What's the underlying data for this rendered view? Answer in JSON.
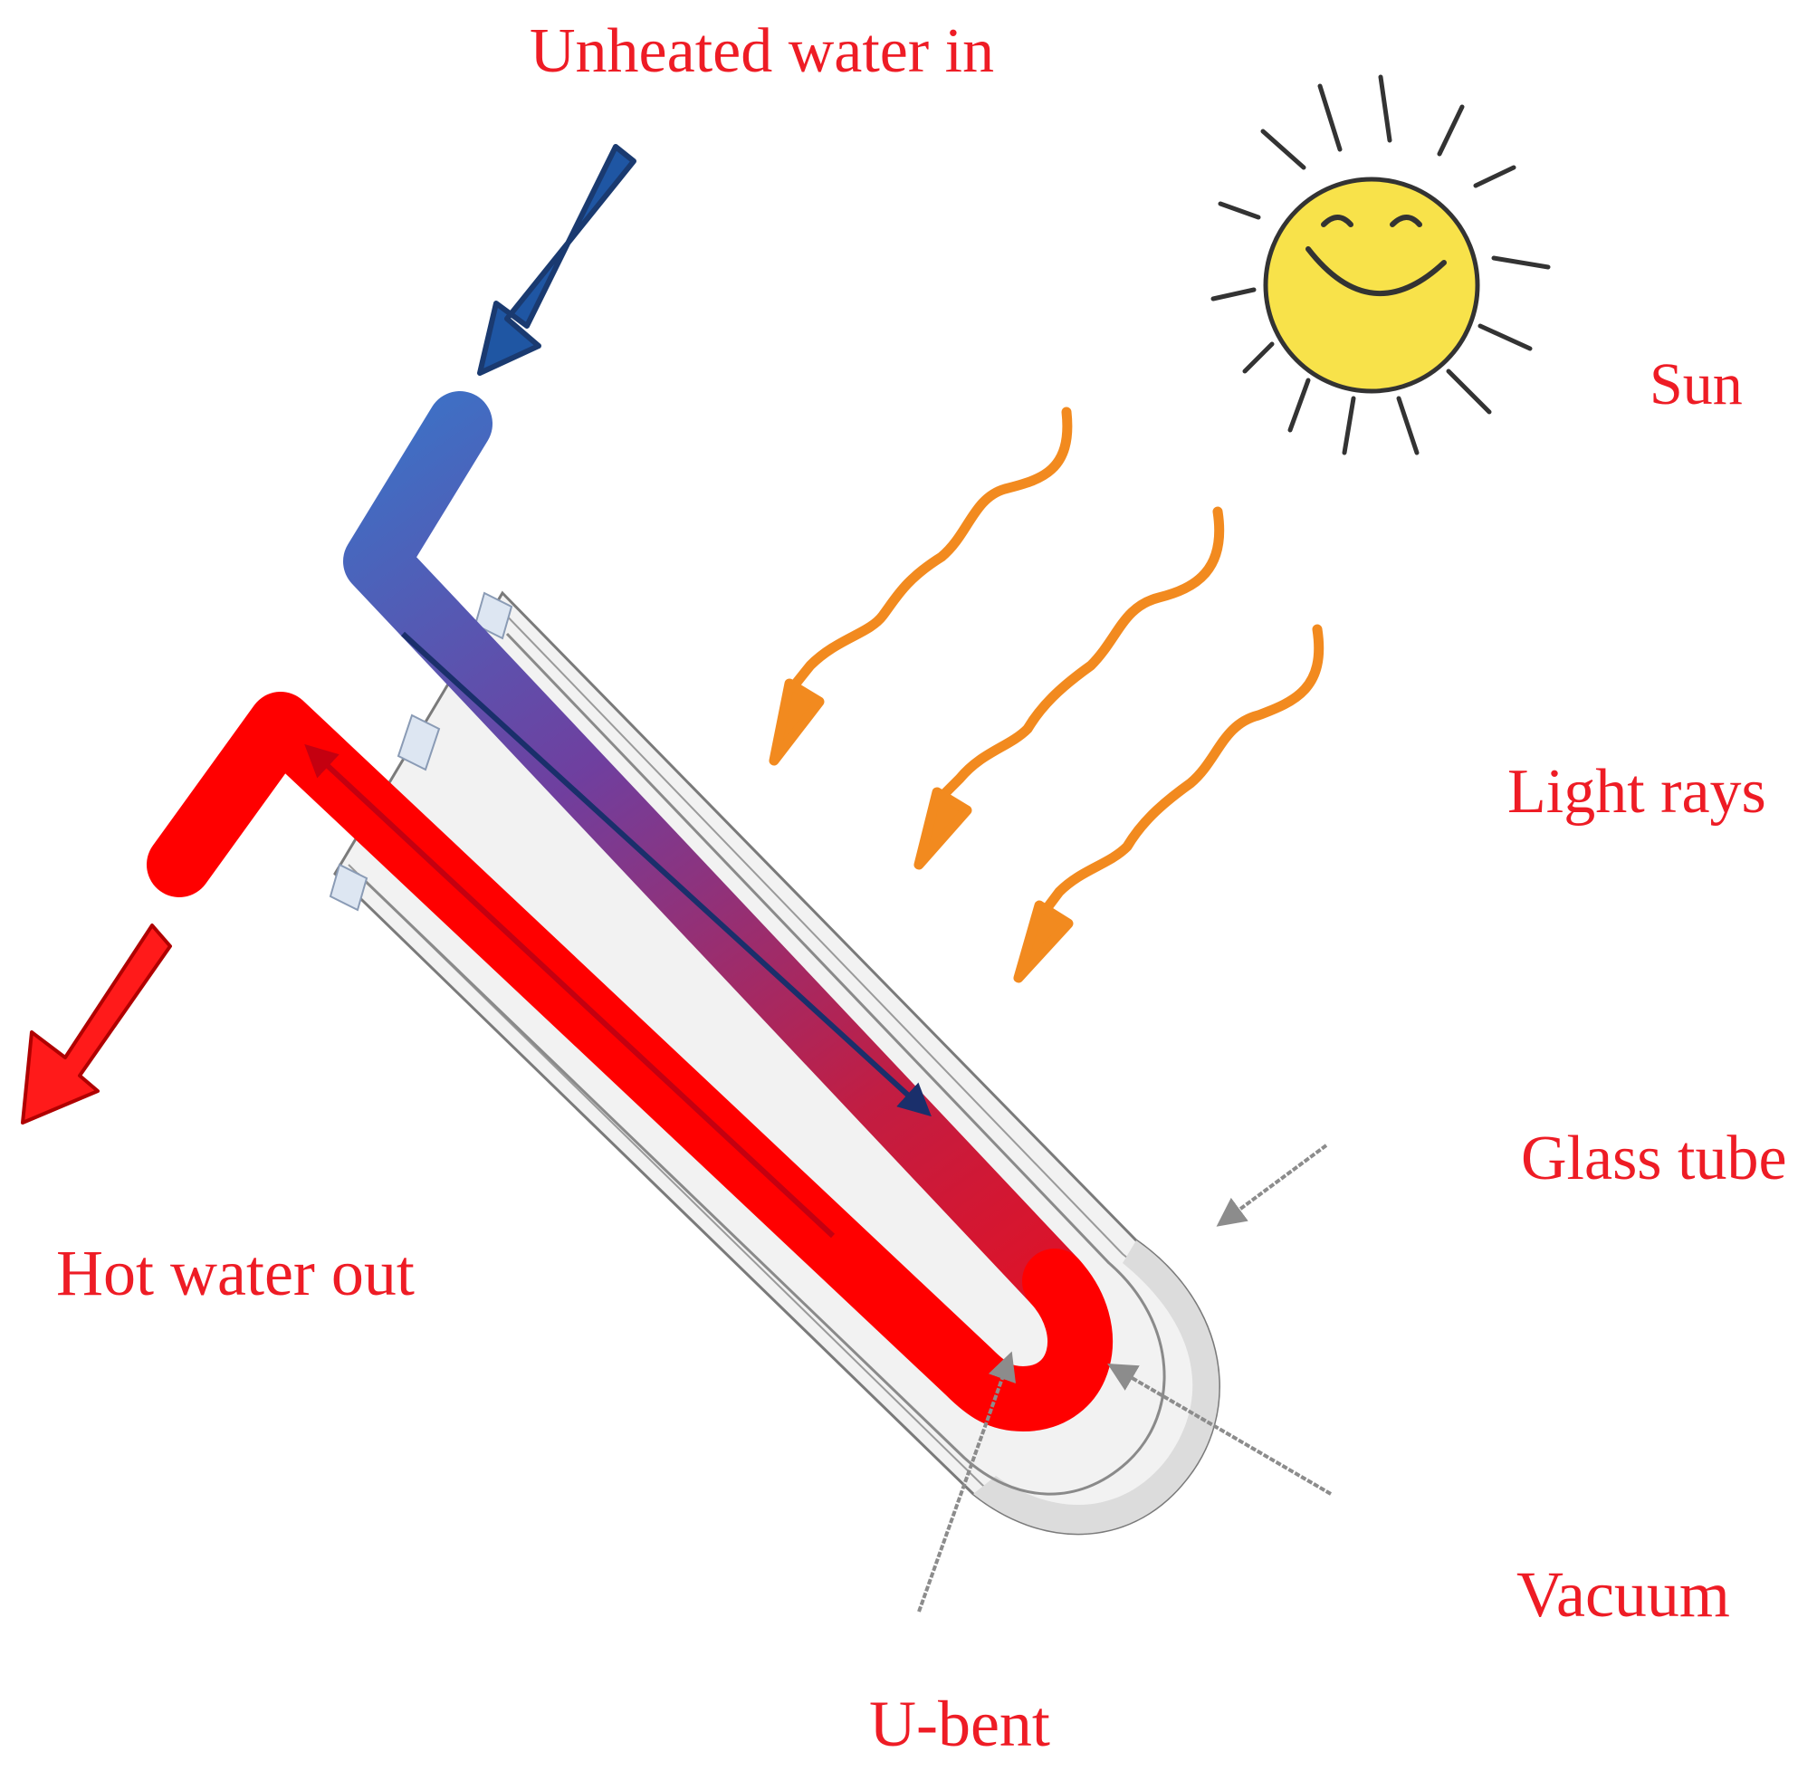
{
  "labels": {
    "water_in": "Unheated water in",
    "sun": "Sun",
    "light_rays": "Light rays",
    "glass_tube": "Glass tube",
    "hot_water_out": "Hot water out",
    "vacuum": "Vacuum",
    "u_bent": "U-bent"
  },
  "colors": {
    "label_text": "#ee1c25",
    "cold_water": "#3f6fc4",
    "hot_water": "#ff0000",
    "inlet_arrow": "#1f56a3",
    "light_ray": "#f28a1f",
    "sun_fill": "#f8e24a",
    "glass": "#e9e9e9"
  }
}
